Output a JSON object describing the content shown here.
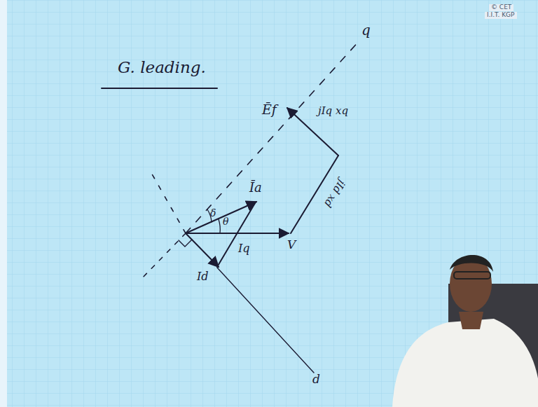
{
  "diagram": {
    "labels": [
      "G. leading.",
      "q",
      "Ēf",
      "jIq xq",
      "jId xd",
      "Īa",
      "δ",
      "θ",
      "V",
      "Iq",
      "Id",
      "d",
      "© CET",
      "I.I.T. KGP"
    ]
  }
}
